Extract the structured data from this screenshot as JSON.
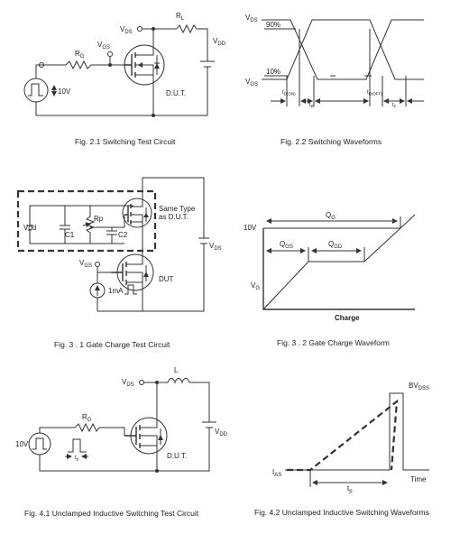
{
  "fig21": {
    "caption": "Fig. 2.1 Switching Test Circuit",
    "vds": "V",
    "vds_sub": "DS",
    "rl": "R",
    "rl_sub": "L",
    "vdd": "V",
    "vdd_sub": "DD",
    "rg": "R",
    "rg_sub": "G",
    "vgs": "V",
    "vgs_sub": "GS",
    "v10": "10V",
    "dut": "D.U.T."
  },
  "fig22": {
    "caption": "Fig. 2.2 Switching Waveforms",
    "vds": "V",
    "vds_sub": "DS",
    "vgs": "V",
    "vgs_sub": "GS",
    "p90": "90%",
    "p10": "10%",
    "tdon": "t",
    "tdon_sub": "D(ON)",
    "tr": "t",
    "tr_sub": "R",
    "tdoff": "t",
    "tdoff_sub": "D(OFF)",
    "tf": "t",
    "tf_sub": "F"
  },
  "fig31": {
    "caption": "Fig. 3 . 1 Gate Charge Test Circuit",
    "same_type_1": "Same Type",
    "same_type_2": "as D.U.T.",
    "vdd": "Vdd",
    "c1": "C1",
    "rp": "Rp",
    "c2": "C2",
    "vds": "V",
    "vds_sub": "DS",
    "vgs": "V",
    "vgs_sub": "GS",
    "dut": "DUT",
    "ima": "1mA"
  },
  "fig32": {
    "caption": "Fig. 3 . 2 Gate Charge Waveform",
    "v10": "10V",
    "qg": "Q",
    "qg_sub": "G",
    "qgs": "Q",
    "qgs_sub": "GS",
    "qgd": "Q",
    "qgd_sub": "GD",
    "vg": "V",
    "vg_sub": "G",
    "charge": "Charge"
  },
  "fig41": {
    "caption": "Fig. 4.1 Unclamped Inductive Switching Test Circuit",
    "vds": "V",
    "vds_sub": "DS",
    "l": "L",
    "vdd": "V",
    "vdd_sub": "DD",
    "rg": "R",
    "rg_sub": "G",
    "v10": "10V",
    "tp": "t",
    "tp_sub": "p",
    "dut": "D.U.T."
  },
  "fig42": {
    "caption": "Fig. 4.2 Unclamped Inductive Switching Waveforms",
    "bv": "BV",
    "bv_sub": "DSS",
    "ias": "I",
    "ias_sub": "AS",
    "tp": "t",
    "tp_sub": "p",
    "time": "Time"
  }
}
